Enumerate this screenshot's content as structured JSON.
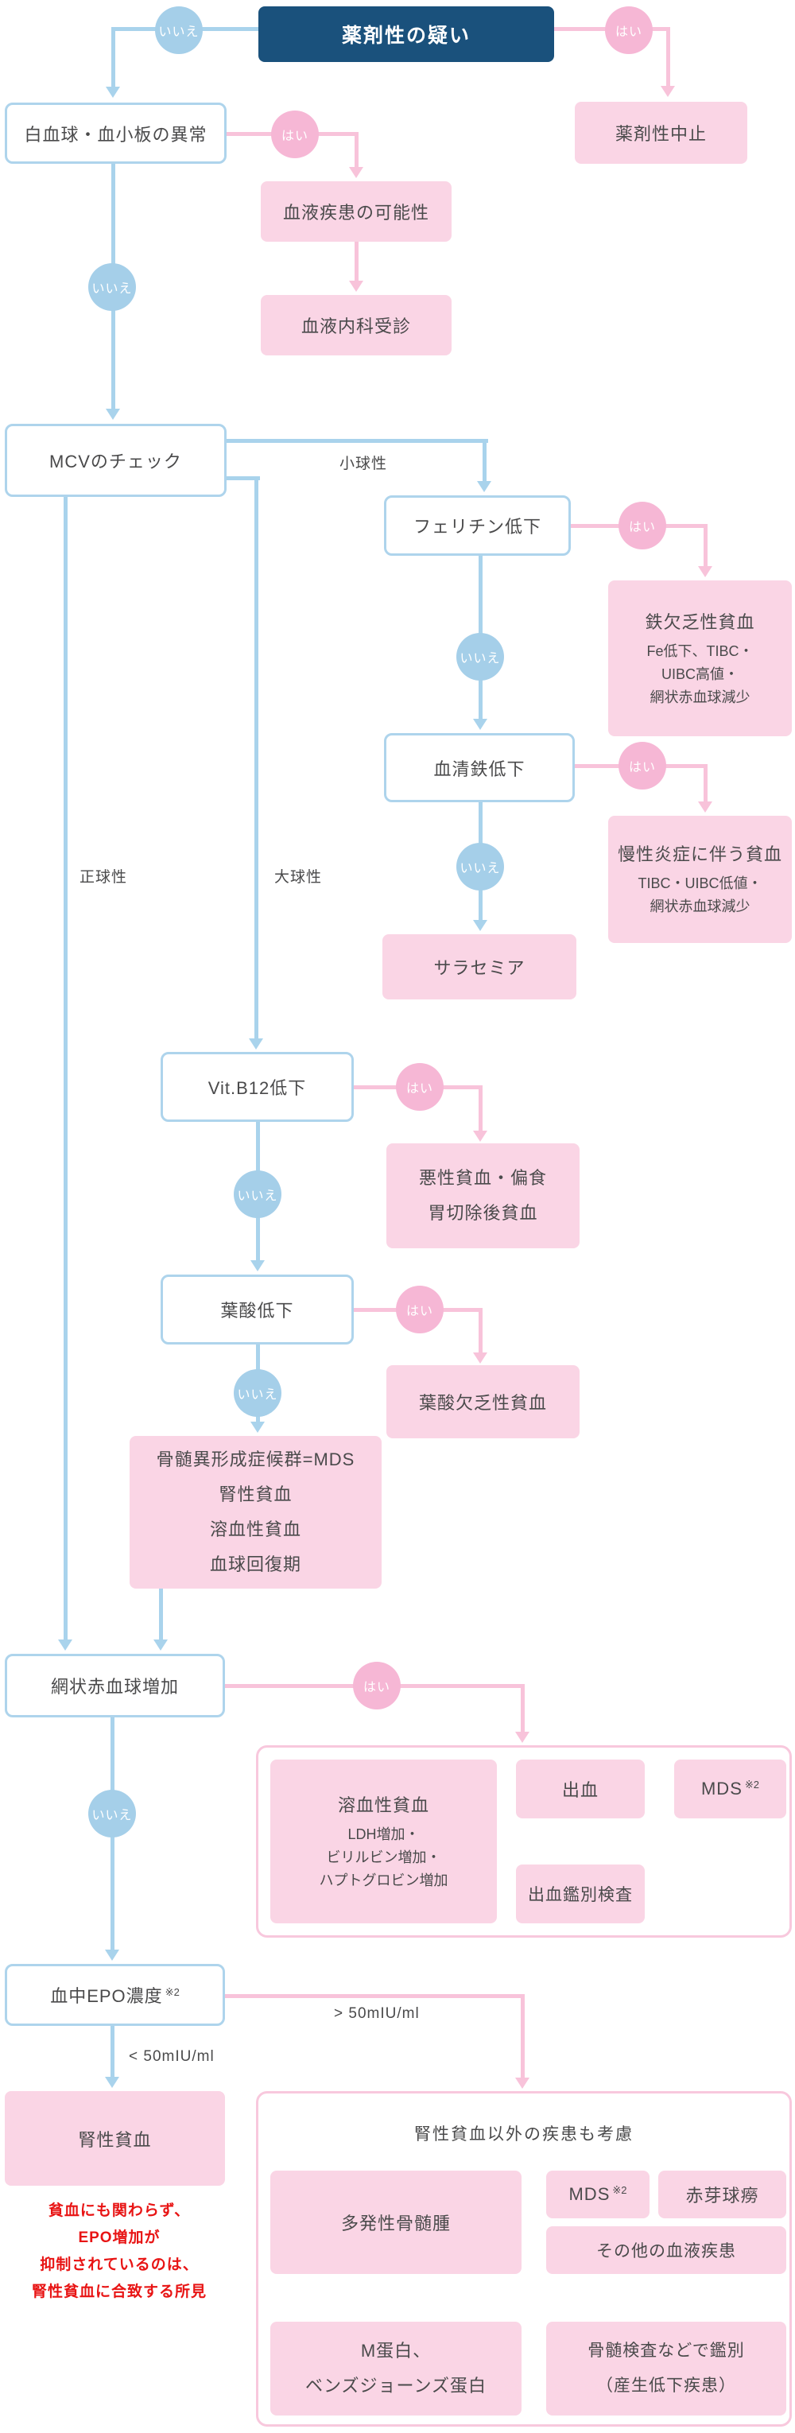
{
  "colors": {
    "navy": "#1a517c",
    "blue_line": "#a9d3ec",
    "blue_circle": "#a5cfe9",
    "pink_line": "#f8c3da",
    "pink_circle": "#f6b7d5",
    "pink_fill": "#fad5e5",
    "text": "#4a4a4b",
    "red_note": "#e81414"
  },
  "labels": {
    "yes": "はい",
    "no": "いいえ",
    "microcytic": "小球性",
    "normocytic": "正球性",
    "macrocytic": "大球性",
    "lt50": "< 50mIU/ml",
    "gt50": "> 50mIU/ml",
    "sup2": "※2"
  },
  "nodes": {
    "start": {
      "label": "薬剤性の疑い"
    },
    "stop_drug": {
      "label": "薬剤性中止"
    },
    "wbc_platelet": {
      "label": "白血球・血小板の異常"
    },
    "blood_disease": {
      "label": "血液疾患の可能性"
    },
    "hematology_visit": {
      "label": "血液内科受診"
    },
    "mcv_check": {
      "label": "MCVのチェック"
    },
    "ferritin_low": {
      "label": "フェリチン低下"
    },
    "iron_deficiency": {
      "title": "鉄欠乏性貧血",
      "lines": [
        "Fe低下、TIBC・",
        "UIBC高値・",
        "網状赤血球減少"
      ]
    },
    "serum_iron_low": {
      "label": "血清鉄低下"
    },
    "chronic_inflammation": {
      "title": "慢性炎症に伴う貧血",
      "lines": [
        "TIBC・UIBC低値・",
        "網状赤血球減少"
      ]
    },
    "thalassemia": {
      "label": "サラセミア"
    },
    "vitb12_low": {
      "label": "Vit.B12低下"
    },
    "pernicious": {
      "lines": [
        "悪性貧血・偏食",
        "胃切除後貧血"
      ]
    },
    "folate_low": {
      "label": "葉酸低下"
    },
    "folate_deficiency": {
      "label": "葉酸欠乏性貧血"
    },
    "mds_group": {
      "lines": [
        "骨髄異形成症候群=MDS",
        "腎性貧血",
        "溶血性貧血",
        "血球回復期"
      ]
    },
    "reticulocyte_up": {
      "label": "網状赤血球増加"
    },
    "hemolytic": {
      "title": "溶血性貧血",
      "lines": [
        "LDH増加・",
        "ビリルビン増加・",
        "ハプトグロビン増加"
      ]
    },
    "bleeding": {
      "label": "出血"
    },
    "mds_a": {
      "label": "MDS"
    },
    "bleeding_test": {
      "label": "出血鑑別検査"
    },
    "epo_level": {
      "label": "血中EPO濃度"
    },
    "renal_anemia": {
      "label": "腎性貧血"
    },
    "renal_note": {
      "lines": [
        "貧血にも関わらず、",
        "EPO増加が",
        "抑制されているのは、",
        "腎性貧血に合致する所見"
      ]
    },
    "other_panel": {
      "title": "腎性貧血以外の疾患も考慮"
    },
    "myeloma": {
      "label": "多発性骨髄腫"
    },
    "mds_b": {
      "label": "MDS"
    },
    "pure_red_cell": {
      "label": "赤芽球癆"
    },
    "other_blood": {
      "label": "その他の血液疾患"
    },
    "m_protein": {
      "lines": [
        "M蛋白、",
        "ベンズジョーンズ蛋白"
      ]
    },
    "marrow_test": {
      "lines": [
        "骨髄検査などで鑑別",
        "（産生低下疾患）"
      ]
    }
  }
}
